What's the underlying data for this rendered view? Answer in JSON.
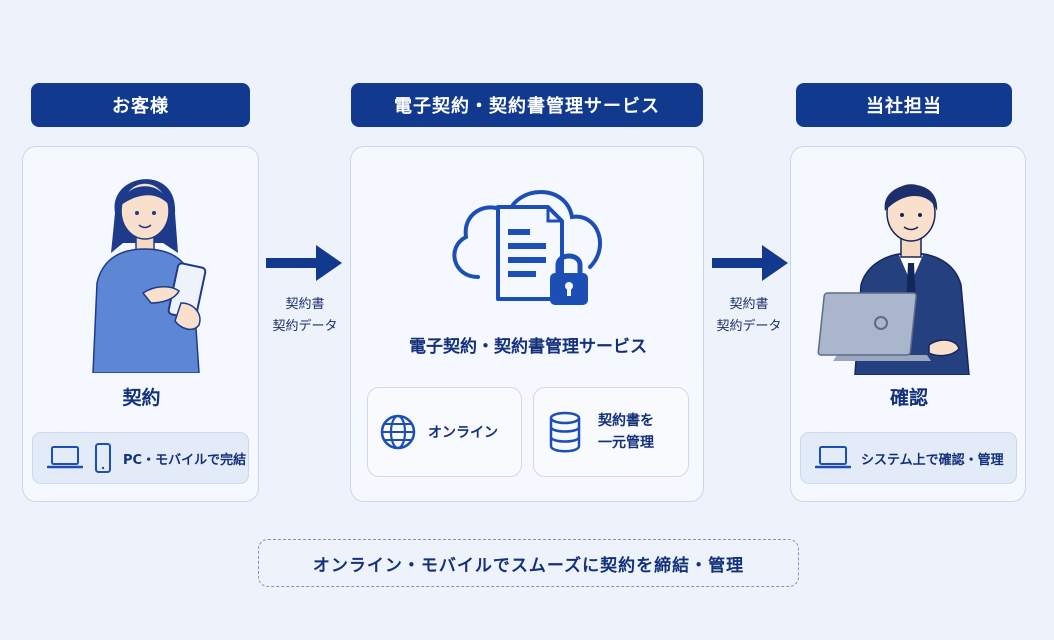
{
  "columns": {
    "customer": {
      "header": "お客様",
      "caption": "契約",
      "device_note": "PC・モバイルで完結"
    },
    "service": {
      "header": "電子契約・契約書管理サービス",
      "caption": "電子契約・契約書管理サービス",
      "features": [
        {
          "label": "オンライン",
          "icon": "globe-icon"
        },
        {
          "label_line1": "契約書を",
          "label_line2": "一元管理",
          "icon": "database-icon"
        }
      ]
    },
    "staff": {
      "header": "当社担当",
      "caption": "確認",
      "device_note": "システム上で確認・管理"
    }
  },
  "flows": [
    {
      "line1": "契約書",
      "line2": "契約データ"
    },
    {
      "line1": "契約書",
      "line2": "契約データ"
    }
  ],
  "banner": "オンライン・モバイルでスムーズに契約を締結・管理",
  "colors": {
    "brand_navy": "#113a8f",
    "background": "#eef3fb",
    "panel": "#f5f8fe",
    "icon_blue": "#1b4fb5"
  }
}
